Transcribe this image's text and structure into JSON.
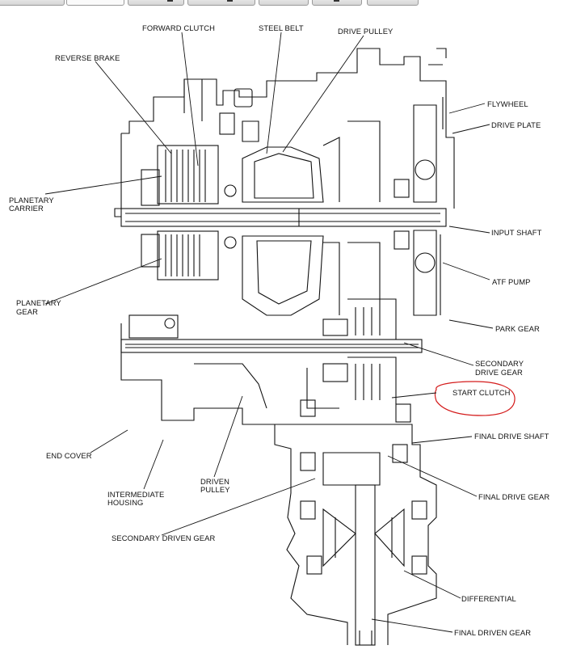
{
  "labels": {
    "forward_clutch": "FORWARD CLUTCH",
    "steel_belt": "STEEL BELT",
    "drive_pulley": "DRIVE PULLEY",
    "reverse_brake": "REVERSE BRAKE",
    "flywheel": "FLYWHEEL",
    "drive_plate": "DRIVE PLATE",
    "planetary_carrier_1": "PLANETARY",
    "planetary_carrier_2": "CARRIER",
    "input_shaft": "INPUT SHAFT",
    "planetary_gear_1": "PLANETARY",
    "planetary_gear_2": "GEAR",
    "atf_pump": "ATF PUMP",
    "park_gear": "PARK GEAR",
    "secondary_drive_gear_1": "SECONDARY",
    "secondary_drive_gear_2": "DRIVE GEAR",
    "start_clutch": "START CLUTCH",
    "final_drive_shaft": "FINAL DRIVE SHAFT",
    "end_cover": "END COVER",
    "driven_pulley_1": "DRIVEN",
    "driven_pulley_2": "PULLEY",
    "intermediate_housing_1": "INTERMEDIATE",
    "intermediate_housing_2": "HOUSING",
    "final_drive_gear": "FINAL DRIVE GEAR",
    "secondary_driven_gear": "SECONDARY DRIVEN GEAR",
    "differential": "DIFFERENTIAL",
    "final_driven_gear": "FINAL DRIVEN GEAR"
  },
  "colors": {
    "line": "#111111",
    "highlight": "#d41c1c"
  }
}
